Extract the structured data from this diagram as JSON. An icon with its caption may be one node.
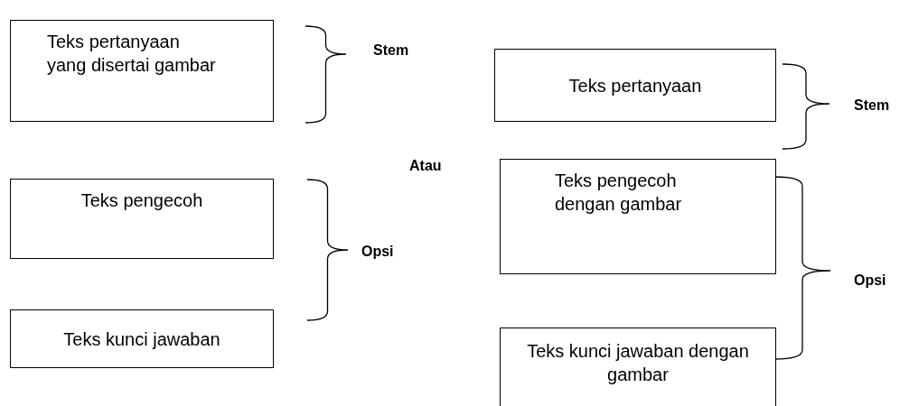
{
  "diagram": {
    "nodes": [
      {
        "text": [
          "Teks pertanyaan yang disertai gambar"
        ]
      },
      {
        "text": [
          "Teks pertanyaan"
        ]
      },
      {
        "text": [
          "Teks pengecoh"
        ]
      },
      {
        "text": [
          "Teks pengecoh dengan gambar"
        ]
      },
      {
        "text": [
          "Teks kunci jawaban"
        ]
      },
      {
        "text": [
          "Teks kunci jawaban dengan gambar"
        ]
      }
    ],
    "labels": [
      "Stem",
      "Stem",
      "Atau",
      "Opsi",
      "Opsi"
    ]
  }
}
